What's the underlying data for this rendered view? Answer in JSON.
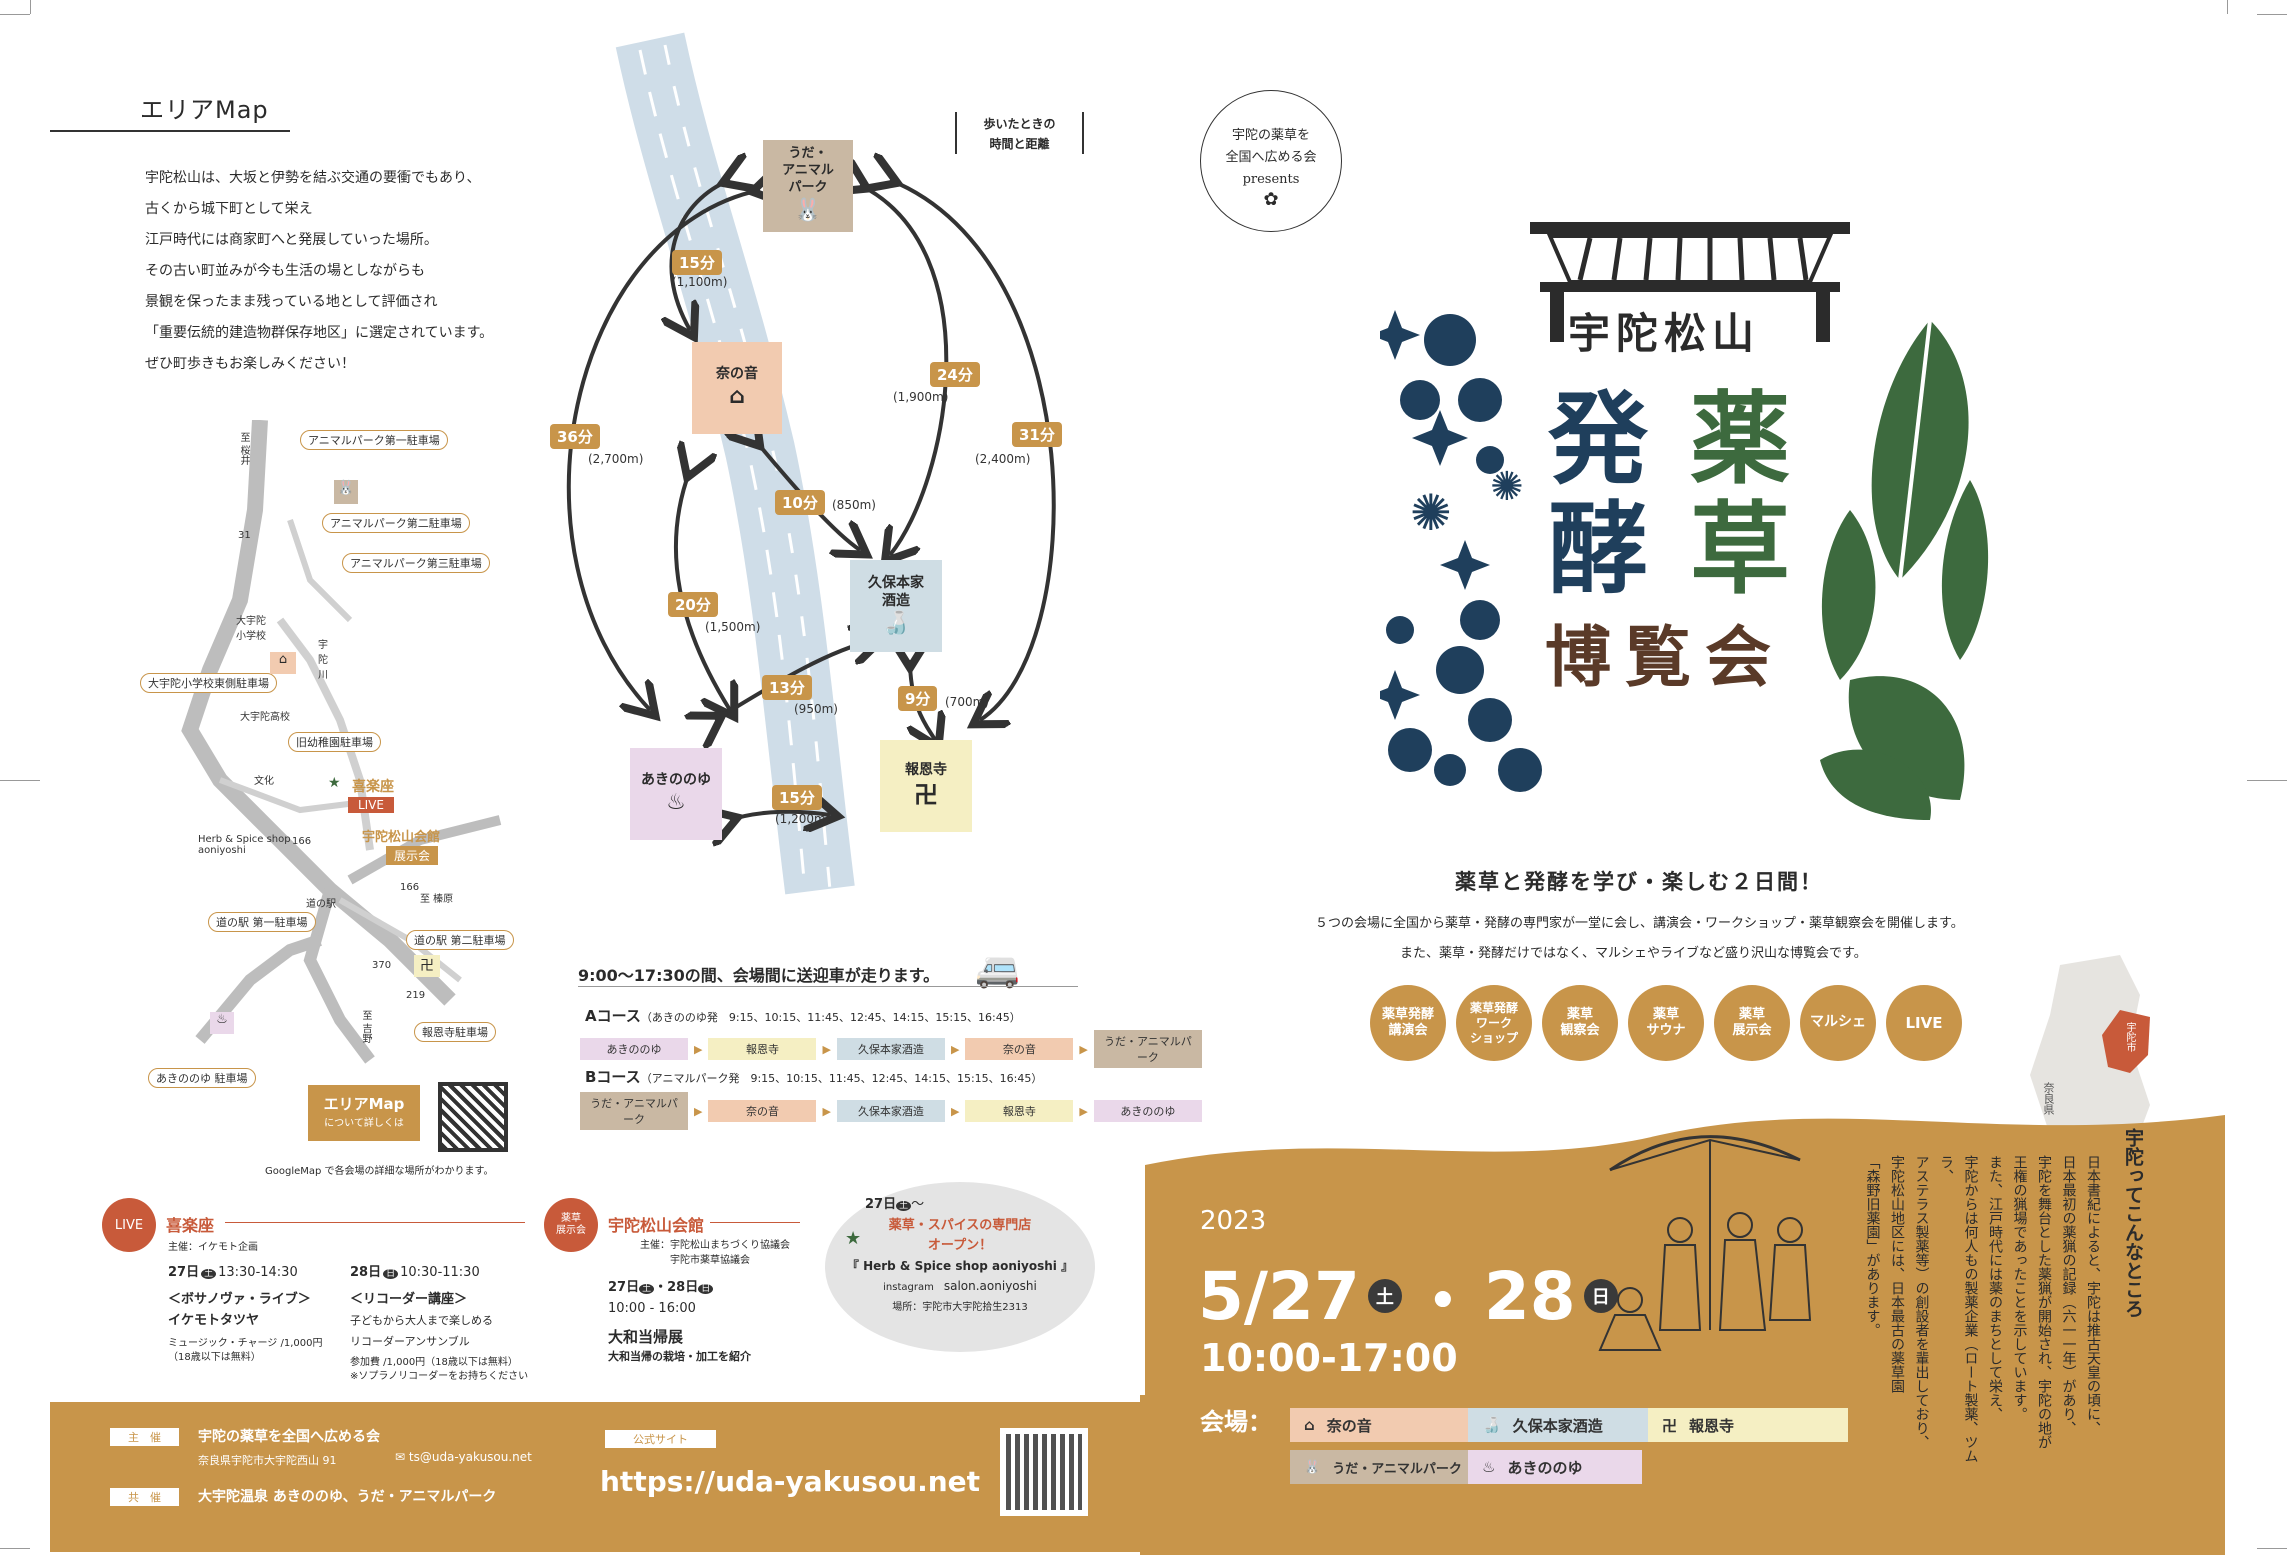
{
  "colors": {
    "gold": "#c8954a",
    "navy": "#1f3f5c",
    "green": "#3d6a3e",
    "brown": "#5a3a28"
  },
  "left": {
    "area_map_title": "エリアMap",
    "intro": [
      "宇陀松山は、大坂と伊勢を結ぶ交通の要衝でもあり、",
      "古くから城下町として栄え",
      "江戸時代には商家町へと発展していった場所。",
      "その古い町並みが今も生活の場としながらも",
      "景観を保ったまま残っている地として評価され",
      "「重要伝統的建造物群保存地区」に選定されています。",
      "ぜひ町歩きもお楽しみください！"
    ],
    "walk_note_1": "歩いたときの",
    "walk_note_2": "時間と距離",
    "venues": {
      "park": "うだ・\nアニマル\nパーク",
      "naranone": "奈の音",
      "kubo": "久保本家\n酒造",
      "akino": "あきののゆ",
      "houon": "報恩寺"
    },
    "times": {
      "t15a": "15分",
      "d15a": "(1,100m)",
      "t36": "36分",
      "d36": "(2,700m)",
      "t24": "24分",
      "d24": "(1,900m)",
      "t31": "31分",
      "d31": "(2,400m)",
      "t10": "10分",
      "d10": "(850m)",
      "t20": "20分",
      "d20": "(1,500m)",
      "t13": "13分",
      "d13": "(950m)",
      "t9": "9分",
      "d9": "(700m)",
      "t15b": "15分",
      "d15b": "(1,200m)"
    },
    "map": {
      "parking1": "アニマルパーク第一駐車場",
      "parking2": "アニマルパーク第二駐車場",
      "parking3": "アニマルパーク第三駐車場",
      "school": "大宇陀\n小学校",
      "school_parking": "大宇陀小学校東側駐車場",
      "river": "宇\n陀\n川",
      "highschool": "大宇陀高校",
      "kinder_parking": "旧幼稚園駐車場",
      "bunka": "文化",
      "kirakuza": "喜楽座",
      "live": "LIVE",
      "herb": "Herb & Spice shop\naoniyoshi",
      "hall": "宇陀松山会館",
      "exhibit": "展示会",
      "michi": "道の駅",
      "michi1": "道の駅 第一駐車場",
      "michi2": "道の駅 第二駐車場",
      "houon_parking": "報恩寺駐車場",
      "akino_parking": "あきののゆ 駐車場",
      "to_sakurai": "至 桜井",
      "to_haibara": "至 榛原",
      "to_yoshino": "至 吉野",
      "r166": "166",
      "r370": "370",
      "r219": "219",
      "r166b": "166",
      "r31": "31",
      "area_btn": "エリアMap",
      "area_btn_sub": "について詳しくは",
      "google": "GoogleMap で各会場の詳細な場所がわかります。"
    },
    "shuttle": {
      "title": "9:00～17:30の間、会場間に送迎車が走ります。",
      "a_label": "Aコース",
      "a_times": "（あきののゆ発　9:15、10:15、11:45、12:45、14:15、15:15、16:45）",
      "a_stops": [
        "あきののゆ",
        "報恩寺",
        "久保本家酒造",
        "奈の音",
        "うだ・アニマルパーク"
      ],
      "b_label": "Bコース",
      "b_times": "（アニマルパーク発　9:15、10:15、11:45、12:45、14:15、15:15、16:45）",
      "b_stops": [
        "うだ・アニマルパーク",
        "奈の音",
        "久保本家酒造",
        "報恩寺",
        "あきののゆ"
      ]
    },
    "live": {
      "tag": "LIVE",
      "venue": "喜楽座",
      "host": "主催：イケモト企画",
      "d1": "27日",
      "d1w": "土",
      "d1time": "13:30-14:30",
      "d1title": "＜ボサノヴァ・ライブ＞",
      "d1who": "イケモトタツヤ",
      "d1fee": "ミュージック・チャージ /1,000円",
      "d1fee2": "（18歳以下は無料）",
      "d2": "28日",
      "d2w": "日",
      "d2time": "10:30-11:30",
      "d2title": "＜リコーダー講座＞",
      "d2desc1": "子どもから大人まで楽しめる",
      "d2desc2": "リコーダーアンサンブル",
      "d2fee": "参加費 /1,000円（18歳以下は無料）",
      "d2fee2": "※ソプラノリコーダーをお持ちください"
    },
    "exhibit": {
      "tag": "薬草\n展示会",
      "venue": "宇陀松山会館",
      "host1": "主催：宇陀松山まちづくり協議会",
      "host2": "宇陀市薬草協議会",
      "dates": "27日",
      "w1": "土",
      "dates2": "・28日",
      "w2": "日",
      "time": "10:00 - 16:00",
      "title": "大和当帰展",
      "desc": "大和当帰の栽培・加工を紹介"
    },
    "shop": {
      "date": "27日",
      "w": "土",
      "tilde": "〜",
      "line1": "薬草・スパイスの専門店",
      "line2": "オープン！",
      "name": "『 Herb & Spice shop aoniyoshi 』",
      "insta_label": "instagram",
      "insta": "salon.aoniyoshi",
      "addr": "場所：宇陀市大宇陀拾生2313"
    },
    "footer": {
      "org_label": "主　催",
      "org": "宇陀の薬草を全国へ広める会",
      "addr": "奈良県宇陀市大宇陀西山 91",
      "mail": "ts@uda-yakusou.net",
      "co_label": "共　催",
      "co": "大宇陀温泉 あきののゆ、うだ・アニマルパーク",
      "site_label": "公式サイト",
      "url": "https://uda-yakusou.net"
    }
  },
  "right": {
    "presents1": "宇陀の薬草を",
    "presents2": "全国へ広める会",
    "presents3": "presents",
    "place": "宇陀松山",
    "t1": "発",
    "t2": "薬",
    "t3": "酵",
    "t4": "草",
    "t5": "博覧会",
    "tagline": "薬草と発酵を学び・楽しむ２日間！",
    "desc1": "５つの会場に全国から薬草・発酵の専門家が一堂に会し、講演会・ワークショップ・薬草観察会を開催します。",
    "desc2": "また、薬草・発酵だけではなく、マルシェやライブなど盛り沢山な博覧会です。",
    "circles": [
      "薬草発酵\n講演会",
      "薬草発酵\nワーク\nショップ",
      "薬草\n観察会",
      "薬草\nサウナ",
      "薬草\n展示会",
      "マルシェ",
      "LIVE"
    ],
    "year": "2023",
    "date1": "5/27",
    "w1": "土",
    "dot": "・",
    "date2": "28",
    "w2": "日",
    "time": "10:00-17:00",
    "venue_label": "会場：",
    "venues": [
      "奈の音",
      "久保本家酒造",
      "報恩寺",
      "うだ・アニマルパーク",
      "あきののゆ"
    ],
    "about_title": "宇陀ってこんなところ",
    "about": [
      "日本書紀によると、宇陀は推古天皇の頃に、",
      "日本最初の薬猟の記録（六一一年）があり、",
      "宇陀を舞台とした薬猟が開始され、宇陀の地が",
      "王権の猟場であったことを示しています。",
      "また、江戸時代には薬のまちとして栄え、",
      "宇陀からは何人もの製薬企業（ロート製薬、ツムラ、",
      "アステラス製薬等）の創設者を輩出しており、",
      "宇陀松山地区には、日本最古の薬草園",
      "「森野旧薬園」があります。"
    ],
    "nara_label": "奈良県",
    "uda_label": "宇陀市"
  }
}
